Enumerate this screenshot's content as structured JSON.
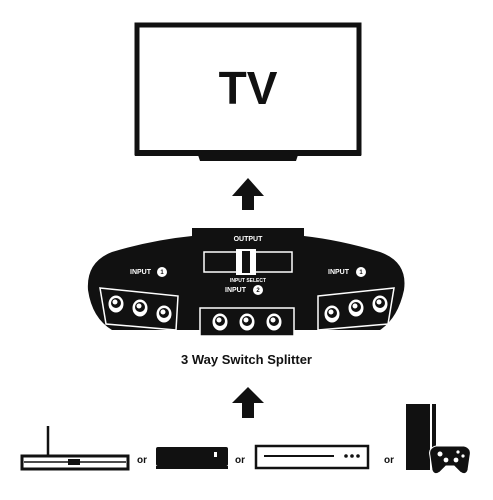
{
  "tv": {
    "label": "TV"
  },
  "splitter": {
    "output_label": "OUTPUT",
    "input_select_label": "INPUT SELECT",
    "input_left_label": "INPUT",
    "input_left_num": "1",
    "input_center_label": "INPUT",
    "input_center_num": "2",
    "input_right_label": "INPUT",
    "input_right_num": "1"
  },
  "caption": "3 Way Switch Splitter",
  "separators": [
    "or",
    "or",
    "or"
  ],
  "colors": {
    "ink": "#111111",
    "background": "#ffffff"
  },
  "devices": [
    "router-icon",
    "streaming-box-icon",
    "game-console-icon",
    "playstation-icon"
  ]
}
